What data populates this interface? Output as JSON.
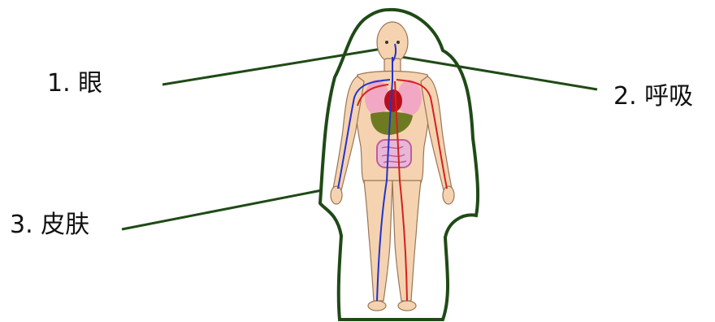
{
  "labels": {
    "eye": "1. 眼",
    "breathing": "2. 呼吸",
    "skin": "3. 皮肤"
  },
  "colors": {
    "outline": "#1f4a16",
    "pointer_line": "#1f4a16",
    "skin": "#f5d3b0",
    "artery": "#d42020",
    "vein": "#2233cc",
    "lungs": "#f2a8c4",
    "heart": "#b80f1d",
    "liver": "#6e7a22",
    "intestine": "#c25aa0"
  },
  "icons": {
    "figure": "human-anatomy-figure",
    "outline": "skin-outline"
  }
}
